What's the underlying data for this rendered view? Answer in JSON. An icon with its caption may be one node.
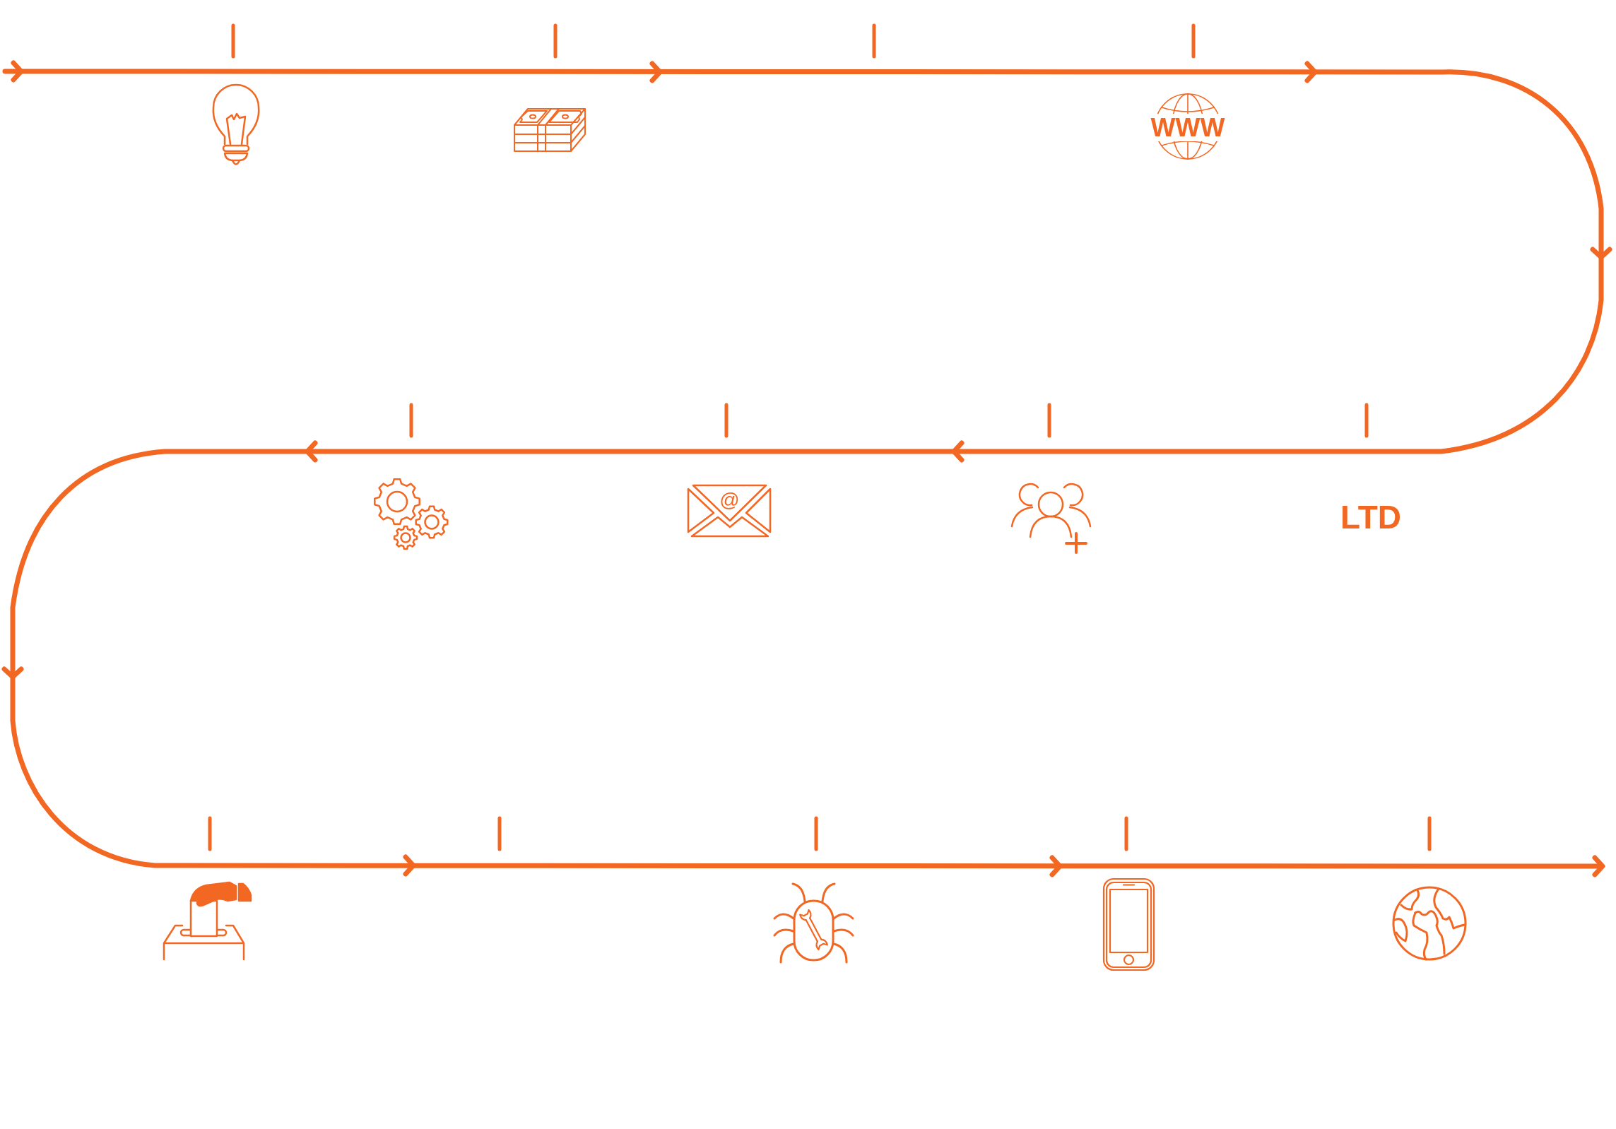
{
  "diagram": {
    "nodes": [
      {
        "text": [],
        "shape": "picture"
      },
      {
        "text": [],
        "shape": "picture"
      },
      {
        "text": [
          "WWW"
        ]
      },
      {
        "text": [
          "LTD"
        ]
      },
      {
        "text": [],
        "shape": "picture"
      },
      {
        "text": [
          "@"
        ]
      },
      {
        "text": [],
        "shape": "picture"
      },
      {
        "text": [],
        "shape": "picture"
      },
      {
        "text": [],
        "shape": "picture"
      },
      {
        "text": [],
        "shape": "picture"
      },
      {
        "text": [],
        "shape": "picture"
      }
    ]
  }
}
